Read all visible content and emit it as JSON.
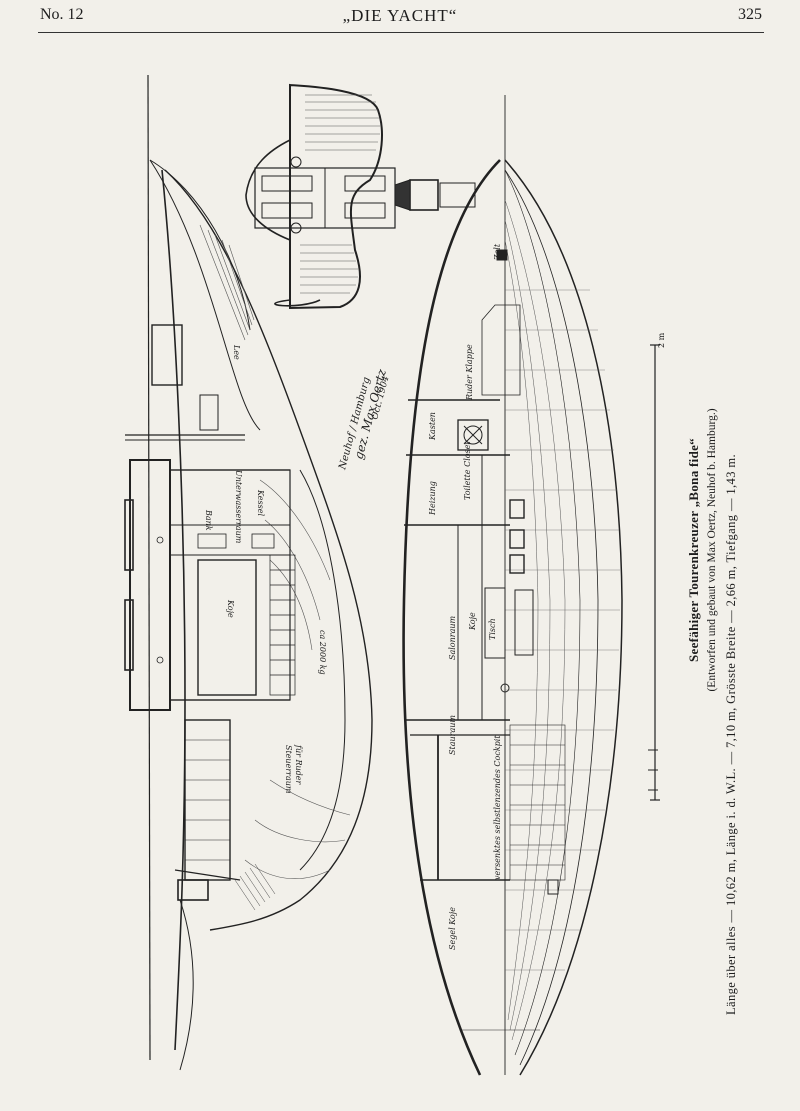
{
  "header": {
    "issue": "No. 12",
    "journal": "„DIE YACHT“",
    "page": "325"
  },
  "caption": {
    "title": "Seefähiger Tourenkreuzer „Bona fide“",
    "subtitle": "(Entworfen und gebaut von Max Oertz, Neuhof b. Hamburg.)",
    "dimensions": "Länge über alles — 10,62 m,  Länge i. d. W.L. — 7,10 m,  Grösste Breite — 2,66 m,  Tiefgang — 1,43 m."
  },
  "signature": {
    "line1": "Neuhof / Hamburg",
    "line2": "gez. Max Oertz",
    "line3": "Oct. 1904"
  },
  "plan_labels": {
    "unterwasser": "Unterwasserraum",
    "kessel": "Kessel",
    "koje": "Koje",
    "ballast": "ca 2000 kg",
    "gasraum": "Steuerraum",
    "raum": "für Ruder",
    "stauraum": "Stauraum",
    "bank": "Bank",
    "kasten": "Kasten",
    "salon": "Salonraum",
    "tisch": "Tisch",
    "kojen2": "Koje",
    "segelkoje": "Segel Koje",
    "cockpit": "versenktes selbstlenzendes Cockpit",
    "rumkl": "Ruder Klappe",
    "heizung": "Heizung",
    "toilette": "Toilette Closet",
    "zelt": "Zelt",
    "lee": "Lee"
  },
  "scale": {
    "label": "2 m"
  }
}
